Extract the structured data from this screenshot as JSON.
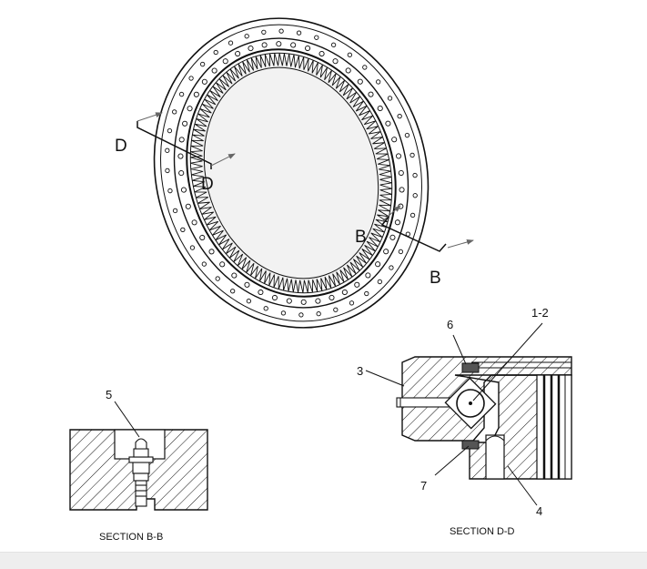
{
  "ring_labels": {
    "section_mark_d_outer": "D",
    "section_mark_d_inner": "D",
    "section_mark_b_outer": "B",
    "section_mark_b_lower": "B"
  },
  "section_b": {
    "title": "SECTION B-B",
    "callouts": {
      "grease_fitting": "5"
    }
  },
  "section_d": {
    "title": "SECTION D-D",
    "callouts": {
      "ball": "1-2",
      "upper_seal": "6",
      "outer_race": "3",
      "lower_seal": "7",
      "inner_race": "4"
    }
  },
  "colors": {
    "line": "#111111",
    "gear_shade": "#d9d9d9",
    "footer": "#eeeeee"
  }
}
